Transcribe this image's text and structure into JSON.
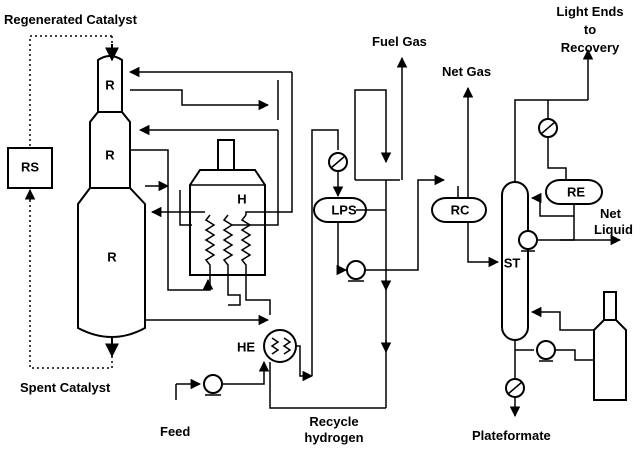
{
  "diagram": {
    "equipment": {
      "rs": "RS",
      "r_top": "R",
      "r_mid": "R",
      "r_bot": "R",
      "heater": "H",
      "he": "HE",
      "lps": "LPS",
      "rc": "RC",
      "st": "ST",
      "re": "RE"
    },
    "streams": {
      "regenerated_catalyst": "Regenerated Catalyst",
      "spent_catalyst": "Spent Catalyst",
      "feed": "Feed",
      "recycle_hydrogen_line1": "Recycle",
      "recycle_hydrogen_line2": "hydrogen",
      "fuel_gas": "Fuel Gas",
      "net_gas": "Net Gas",
      "light_ends_line1": "Light Ends",
      "light_ends_line2": "to",
      "light_ends_line3": "Recovery",
      "net_liquid_line1": "Net",
      "net_liquid_line2": "Liquid",
      "plateformate": "Plateformate"
    }
  }
}
